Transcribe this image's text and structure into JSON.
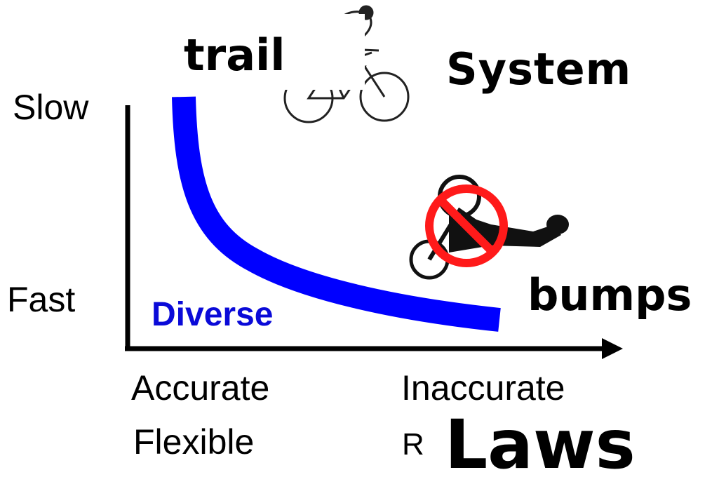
{
  "labels": {
    "y_top": "Slow",
    "y_bottom": "Fast",
    "x_left_1": "Accurate",
    "x_left_2": "Flexible",
    "x_right_1": "Inaccurate",
    "x_right_2_small": "R",
    "x_right_2_big": "Laws",
    "trail": "trail",
    "system": "System",
    "bumps": "bumps",
    "diverse": "Diverse"
  },
  "colors": {
    "curve": "#0000ff",
    "diverse": "#0a0ad8",
    "axis": "#000000",
    "prohibit": "#ff1a1a"
  },
  "icons": {
    "upright_cyclist": "bicycle-icon",
    "recumbent_cyclist": "recumbent-bicycle-icon",
    "prohibit": "no-sign-icon"
  }
}
